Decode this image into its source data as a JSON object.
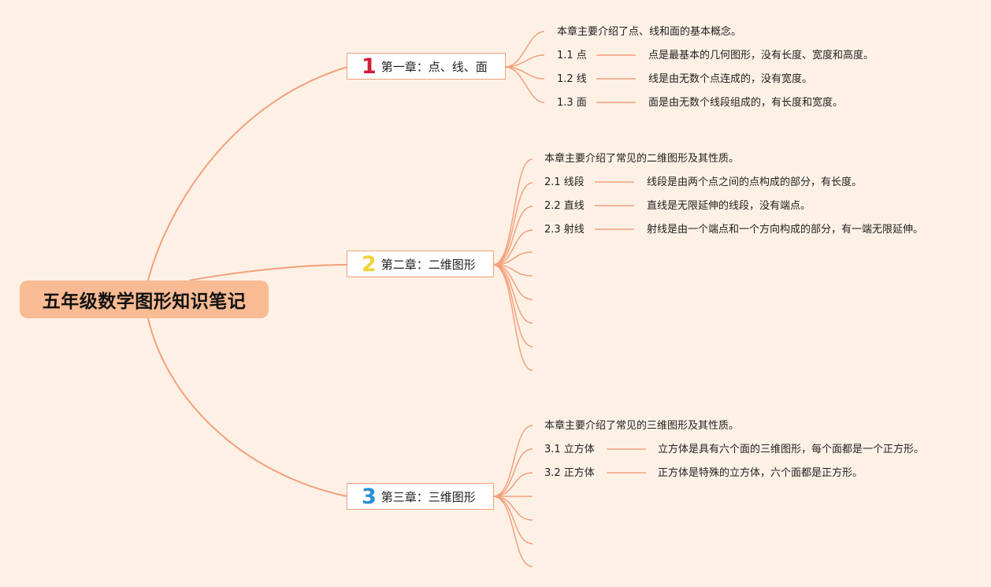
{
  "root": {
    "title": "五年级数学图形知识笔记"
  },
  "chapters": [
    {
      "number": "1",
      "number_color": "#d31f3a",
      "title": "第一章：点、线、面",
      "intro": "本章主要介绍了点、线和面的基本概念。",
      "sections": [
        {
          "label": "1.1 点",
          "desc": "点是最基本的几何图形，没有长度、宽度和高度。"
        },
        {
          "label": "1.2 线",
          "desc": "线是由无数个点连成的，没有宽度。"
        },
        {
          "label": "1.3 面",
          "desc": "面是由无数个线段组成的，有长度和宽度。"
        }
      ]
    },
    {
      "number": "2",
      "number_color": "#f2d33c",
      "title": "第二章：二维图形",
      "intro": "本章主要介绍了常见的二维图形及其性质。",
      "sections": [
        {
          "label": "2.1 线段",
          "desc": "线段是由两个点之间的点构成的部分，有长度。"
        },
        {
          "label": "2.2 直线",
          "desc": "直线是无限延伸的线段，没有端点。"
        },
        {
          "label": "2.3 射线",
          "desc": "射线是由一个端点和一个方向构成的部分，有一端无限延伸。"
        }
      ]
    },
    {
      "number": "3",
      "number_color": "#2a8fd8",
      "title": "第三章：三维图形",
      "intro": "本章主要介绍了常见的三维图形及其性质。",
      "sections": [
        {
          "label": "3.1 立方体",
          "desc": "立方体是具有六个面的三维图形，每个面都是一个正方形。"
        },
        {
          "label": "3.2 正方体",
          "desc": "正方体是特殊的立方体，六个面都是正方形。"
        }
      ]
    }
  ],
  "colors": {
    "background": "#fdf1e6",
    "line": "#f4a07a",
    "root_fill": "#f9bb93"
  }
}
